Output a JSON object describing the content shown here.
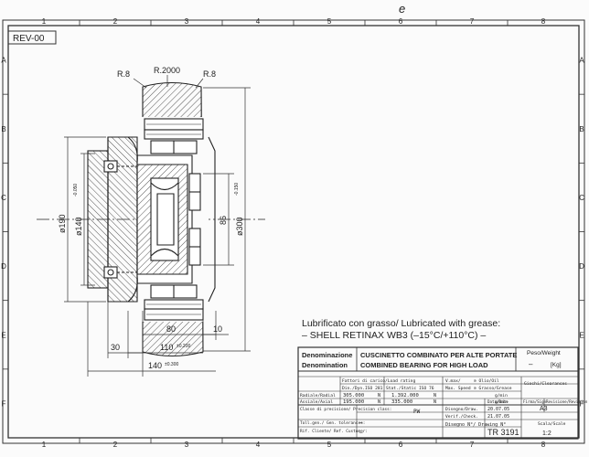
{
  "top_mark": "e",
  "revision": "REV-00",
  "frame": {
    "top_numbers": [
      "1",
      "2",
      "3",
      "4",
      "5",
      "6",
      "7",
      "8"
    ],
    "bottom_numbers": [
      "1",
      "2",
      "3",
      "4",
      "5",
      "6",
      "7",
      "8"
    ],
    "side_letters": [
      "A",
      "B",
      "C",
      "D",
      "E",
      "F"
    ]
  },
  "dimensions": {
    "r_left": "R.8",
    "r_center": "R.2000",
    "r_right": "R.8",
    "dia_190": "ø190",
    "dia_140": "ø140",
    "dia_140_tol": "-0.050",
    "dia_300": "ø300",
    "dia_300_tol": "-0.150",
    "d_86": "86",
    "w_80": "80",
    "w_10": "10",
    "w_30": "30",
    "w_110": "110",
    "w_110_tol": "±0.200",
    "w_140": "140",
    "w_140_tol": "±0.300"
  },
  "note": {
    "line1": "Lubrificato con grasso/ Lubricated with grease:",
    "line2": "– SHELL RETINAX WB3 (–15°C/+110°C) –"
  },
  "title_block": {
    "denom_it": "Denominazione",
    "denom_en": "Denomination",
    "title_it": "CUSCINETTO COMBINATO PER ALTE PORTATE",
    "title_en": "COMBINED BEARING FOR HIGH LOAD",
    "weight_label": "Peso/Weight",
    "weight_value": "–",
    "weight_unit": "[Kg]",
    "load_factors_label": "Fattori di carico/Load rating",
    "din_label": "Din./Dyn.",
    "din_std": "ISO 281",
    "stat_label": "Stat./Static ISO 76",
    "radial_label": "Radiale/Radial",
    "radial_dyn": "305.000",
    "radial_unit": "N",
    "radial_stat": "1.392.000",
    "radial_stat_unit": "N",
    "axial_label": "Assiale/Axial",
    "axial_dyn": "195.000",
    "axial_unit": "N",
    "axial_stat": "335.000",
    "axial_stat_unit": "N",
    "vmax_label": "V.max/",
    "speed_label": "Max. Speed",
    "oil_label": "⊙ Olio/Oil",
    "grease_label": "⊙ Grasso/Grease",
    "rpm": "g/min",
    "backlash_label": "Giochi/Clearances",
    "precision_label": "Classe di precisione/ Precision class:",
    "precision_value": "PW",
    "tolerance_label": "Toll.gen./ Gen. tolerances:",
    "tolerance_value": "–",
    "client_label": "Rif. Cliente/ Ref. Customer:",
    "client_value": "–",
    "drawn_label": "Disegno/Draw.",
    "drawn_date": "20.07.05",
    "checked_label": "Verif./Check.",
    "checked_date": "21.07.05",
    "data_col": "Data/Date",
    "sign_col": "Firma/Sign",
    "rev_col": "Revisione/Revision",
    "drawing_no_label": "Disegno N°/ Drawing N°",
    "drawing_no_value": "TR 3191",
    "format_value": "A3",
    "scale_label": "Scala/Scale",
    "scale_value": "1:2"
  }
}
